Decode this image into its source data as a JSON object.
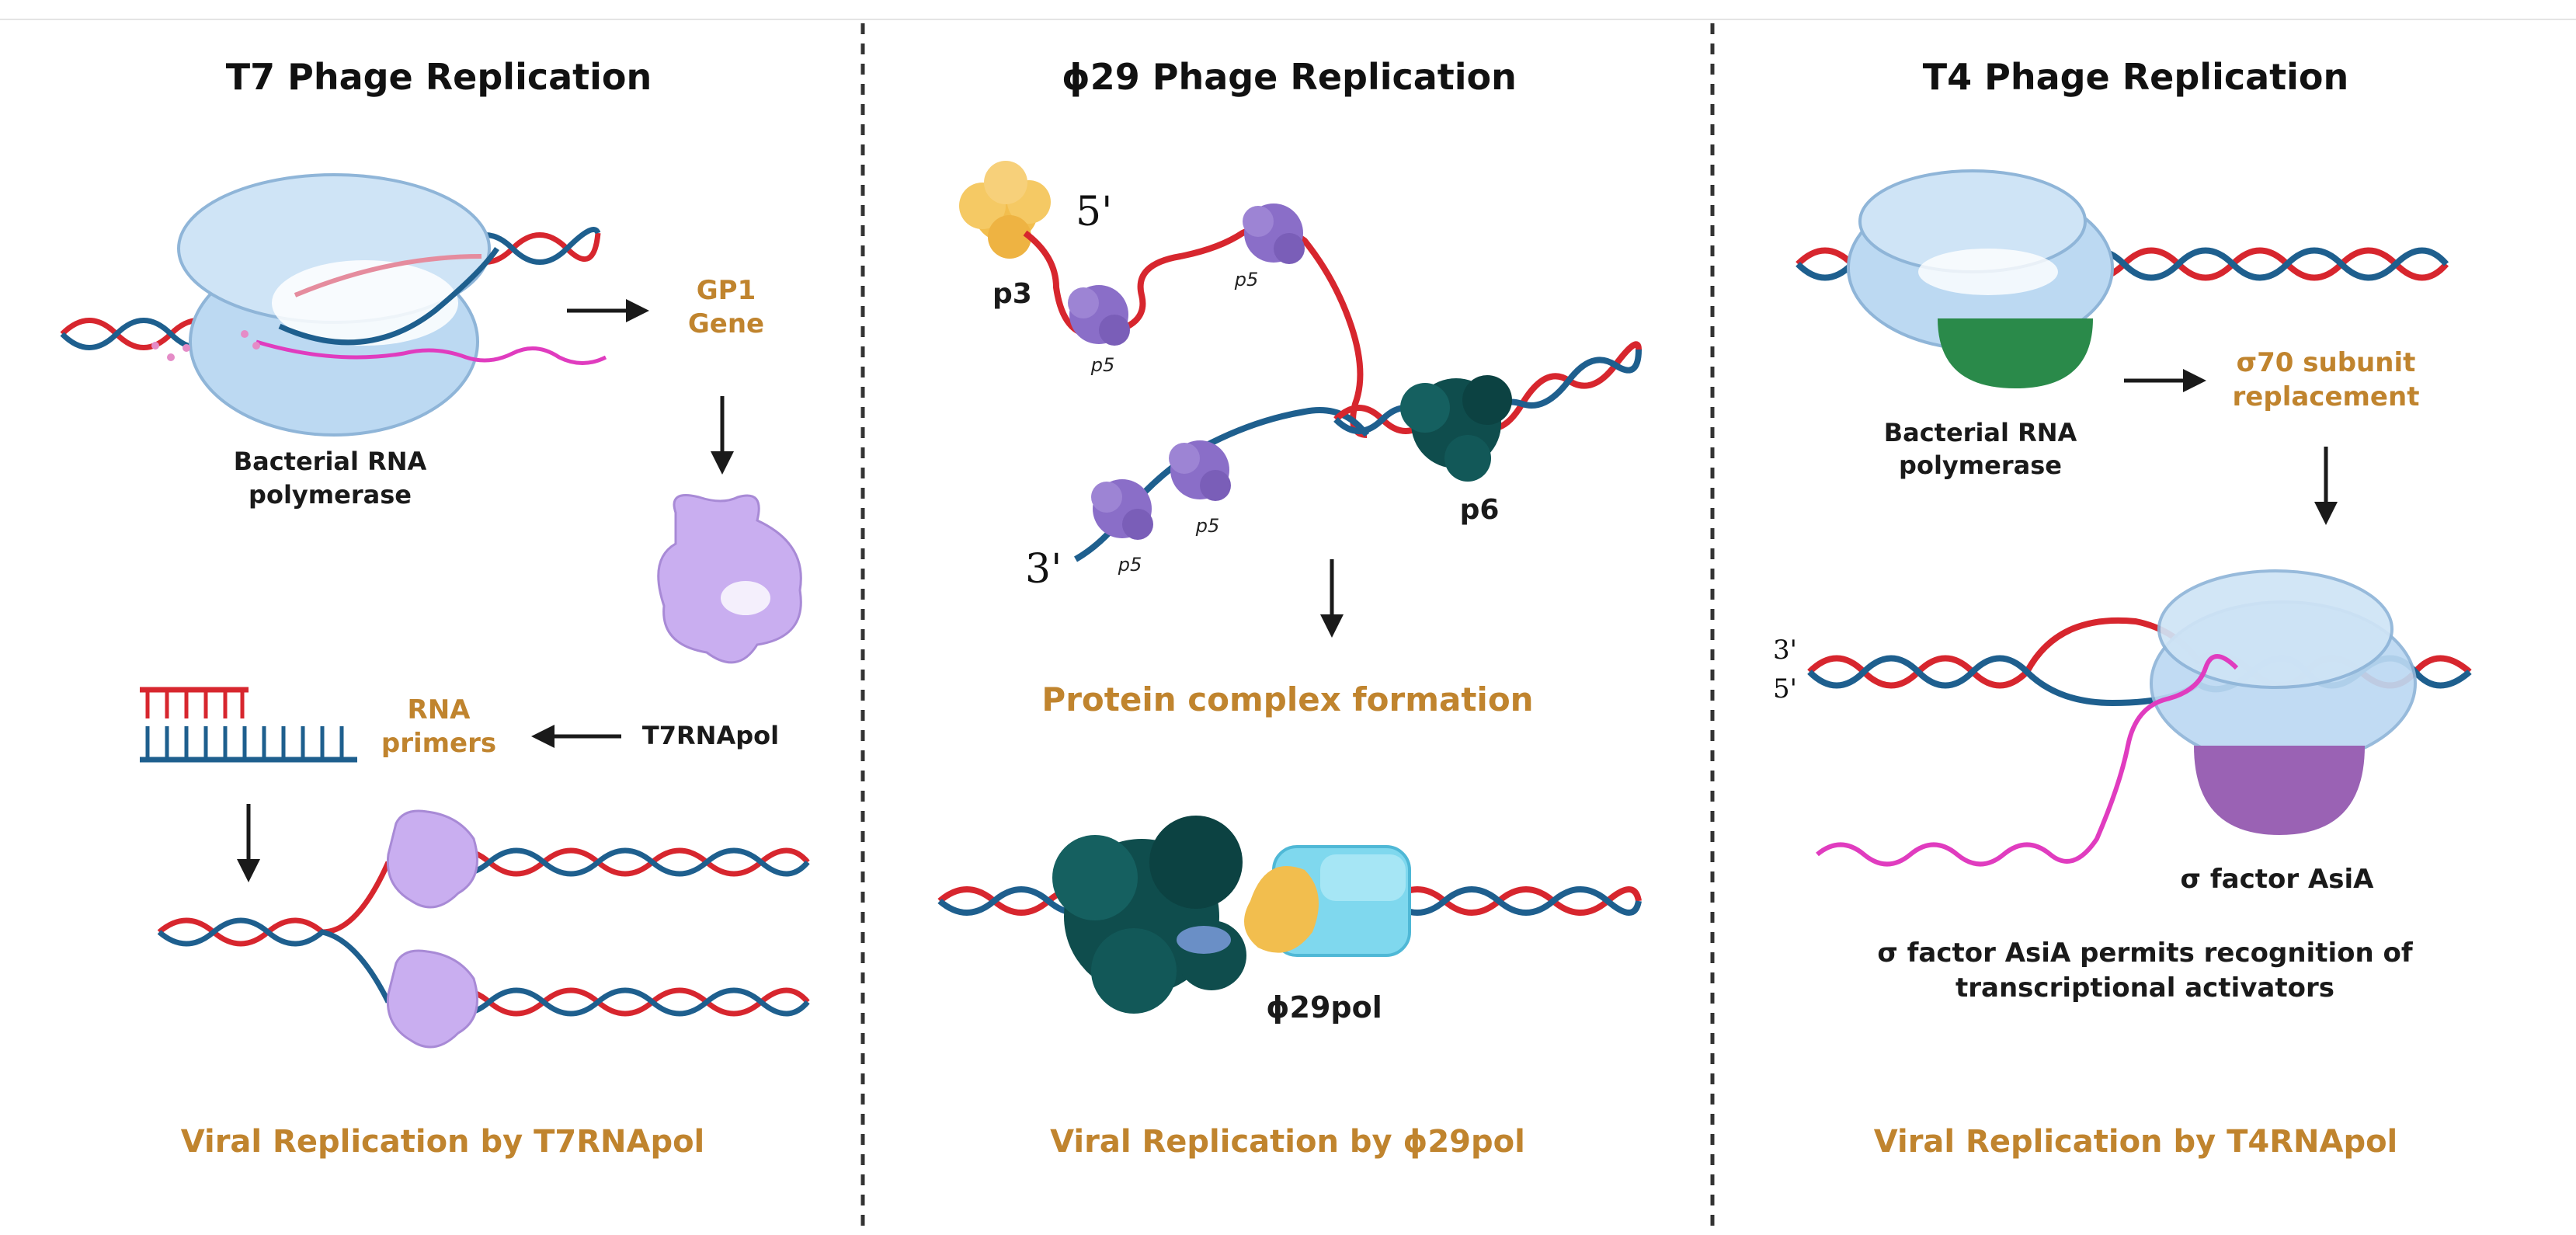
{
  "panels": [
    {
      "title": "T7 Phage Replication",
      "labels": {
        "polymerase_line1": "Bacterial RNA",
        "polymerase_line2": "polymerase",
        "gene_line1": "GP1",
        "gene_line2": "Gene",
        "enzyme": "T7RNApol",
        "primers_line1": "RNA",
        "primers_line2": "primers"
      },
      "footer": "Viral Replication by T7RNApol"
    },
    {
      "title": "ϕ29 Phage Replication",
      "labels": {
        "five_prime": "5'",
        "three_prime": "3'",
        "p3": "p3",
        "p5": "p5",
        "p6": "p6",
        "complex": "Protein complex formation",
        "polymerase": "ϕ29pol"
      },
      "footer": "Viral Replication by ϕ29pol"
    },
    {
      "title": "T4 Phage Replication",
      "labels": {
        "polymerase_line1": "Bacterial RNA",
        "polymerase_line2": "polymerase",
        "sigma_line1": "σ70 subunit",
        "sigma_line2": "replacement",
        "three_prime": "3'",
        "five_prime": "5'",
        "asia": "σ factor AsiA",
        "note_line1": "σ factor AsiA permits recognition of",
        "note_line2": "transcriptional activators"
      },
      "footer": "Viral Replication by T4RNApol"
    }
  ],
  "colors": {
    "title_text": "#111111",
    "accent_text": "#c0842e",
    "dna_red": "#d7262e",
    "dna_blue": "#1e5f8e",
    "polymerase_blue": "#bcd9f2",
    "t7_pol_lilac": "#c9aef0",
    "p5_purple": "#8a6ec8",
    "p3_yellow": "#f2be4e",
    "p6_teal": "#0f4d4d",
    "sigma70_green": "#2a8a4a",
    "asia_purple": "#9a62b4",
    "rna_pink": "#e03cbf",
    "divider": "#333333"
  }
}
